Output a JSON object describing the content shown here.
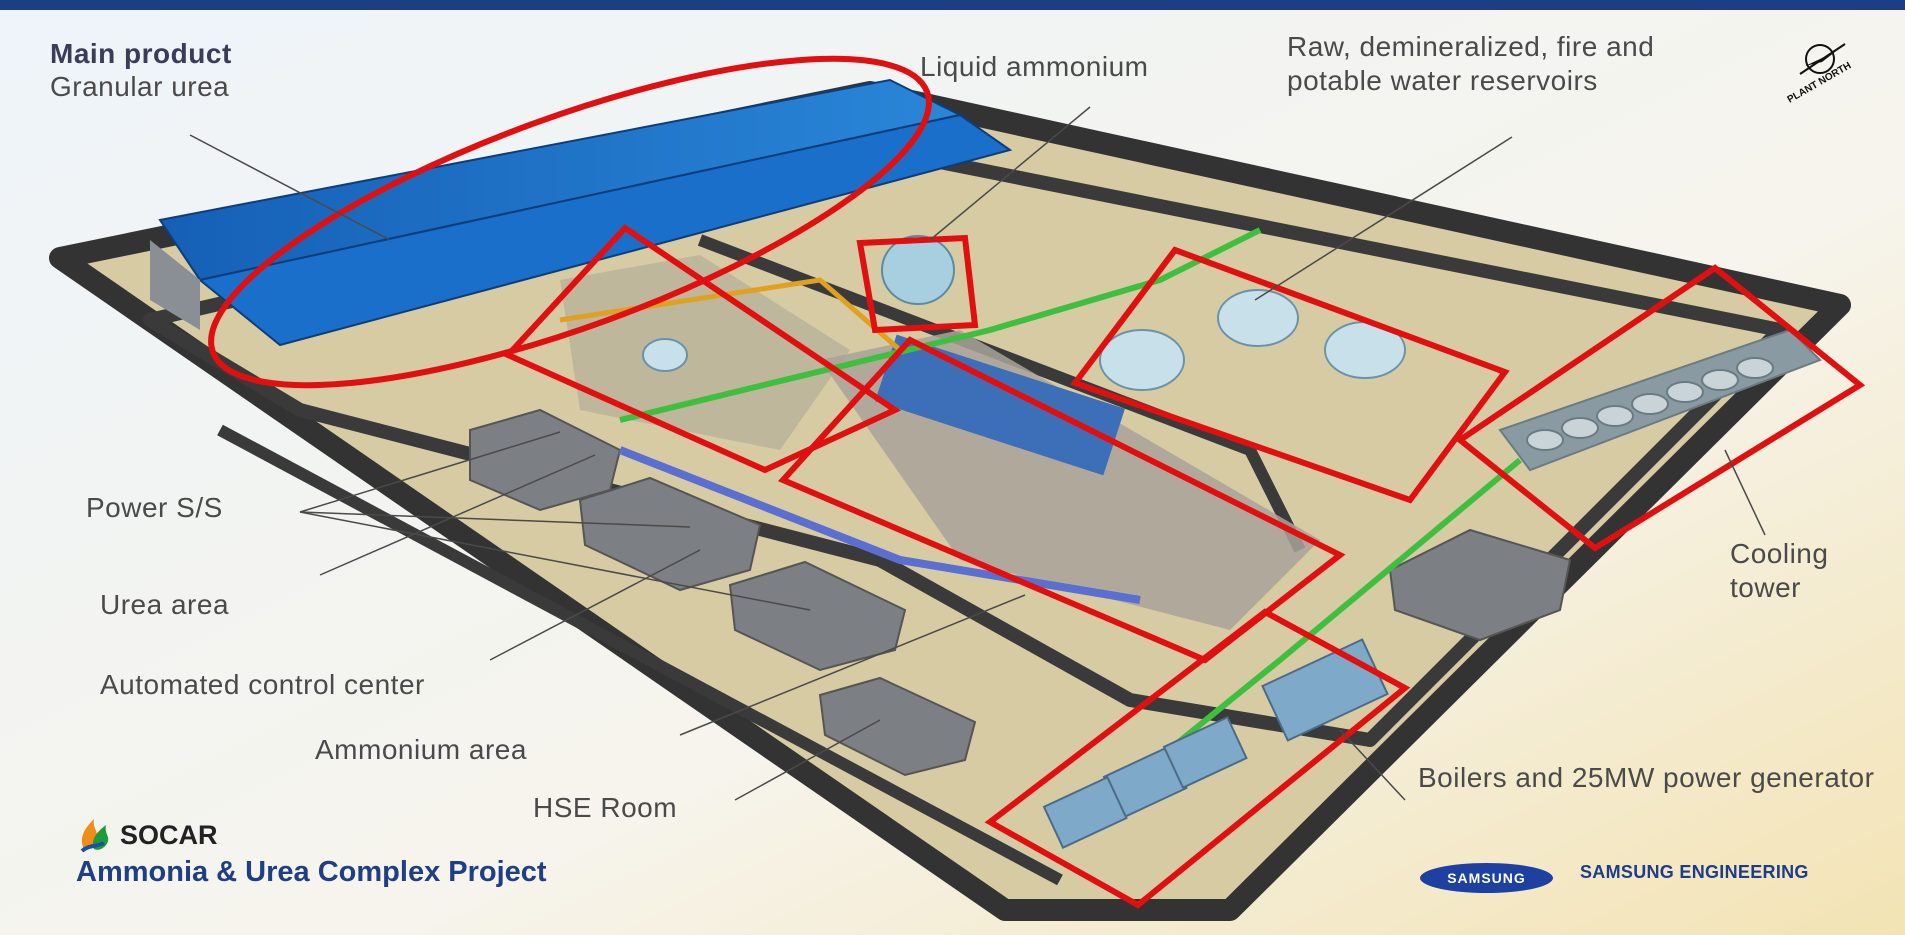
{
  "labels": {
    "main_product_title": "Main product",
    "main_product_sub": "Granular urea",
    "liquid_ammonium": "Liquid ammonium",
    "water_reservoirs": "Raw, demineralized, fire and potable water reservoirs",
    "power_ss": "Power S/S",
    "urea_area": "Urea area",
    "automated_control_center": "Automated control center",
    "ammonium_area": "Ammonium area",
    "hse_room": "HSE Room",
    "cooling_tower": "Cooling tower",
    "boilers": "Boilers and 25MW power generator"
  },
  "branding": {
    "company": "SOCAR",
    "project_title": "Ammonia & Urea Complex Project",
    "samsung_badge": "SAMSUNG",
    "samsung_engineering": "SAMSUNG ENGINEERING",
    "compass_text": "PLANT NORTH"
  },
  "colors": {
    "highlight": "#e01010",
    "warehouse_roof": "#1e6fc6",
    "ground": "#d9cda6",
    "road": "#3a3a3a"
  }
}
